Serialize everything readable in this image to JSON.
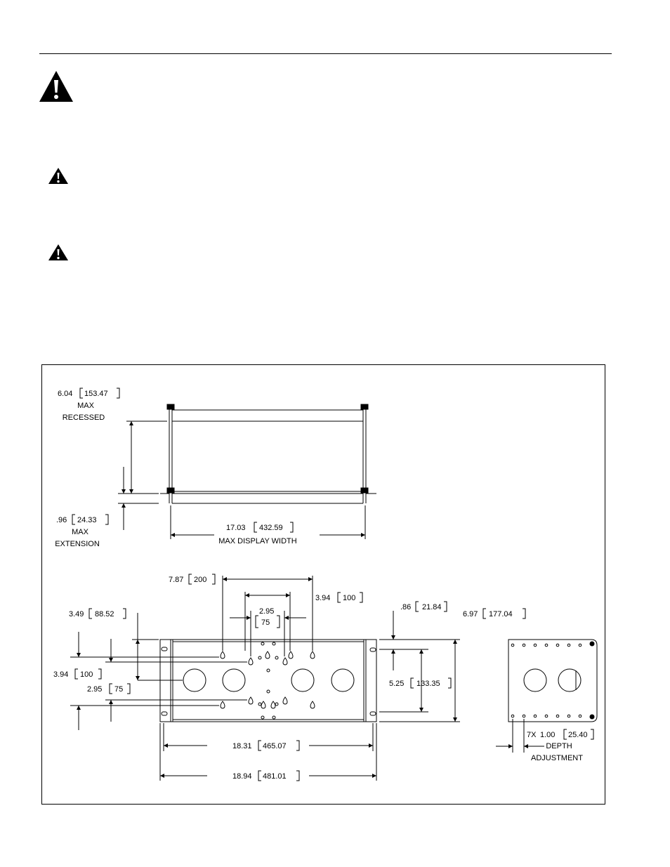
{
  "icons": {
    "main_warning": "warning-triangle-icon",
    "warning_1": "warning-triangle-icon",
    "warning_2": "warning-triangle-icon"
  },
  "side_view": {
    "recessed_value": "6.04",
    "recessed_mm": "153.47",
    "recessed_label_1": "MAX",
    "recessed_label_2": "RECESSED",
    "extension_value": ".96",
    "extension_mm": "24.33",
    "extension_label_1": "MAX",
    "extension_label_2": "EXTENSION",
    "width_value": "17.03",
    "width_mm": "432.59",
    "width_label": "MAX DISPLAY WIDTH"
  },
  "front_view": {
    "d1_value": "7.87",
    "d1_mm": "200",
    "d2_value": "3.94",
    "d2_mm": "100",
    "d3_value": "2.95",
    "d3_mm": "75",
    "d4_value": "3.49",
    "d4_mm": "88.52",
    "d5_value": "3.94",
    "d5_mm": "100",
    "d6_value": "2.95",
    "d6_mm": "75",
    "d7_value": ".86",
    "d7_mm": "21.84",
    "d8_value": "6.97",
    "d8_mm": "177.04",
    "d9_value": "5.25",
    "d9_mm": "133.35",
    "d10_value": "18.31",
    "d10_mm": "465.07",
    "d11_value": "18.94",
    "d11_mm": "481.01"
  },
  "depth_view": {
    "count": "7X",
    "value": "1.00",
    "mm": "25.40",
    "label_1": "DEPTH",
    "label_2": "ADJUSTMENT"
  }
}
